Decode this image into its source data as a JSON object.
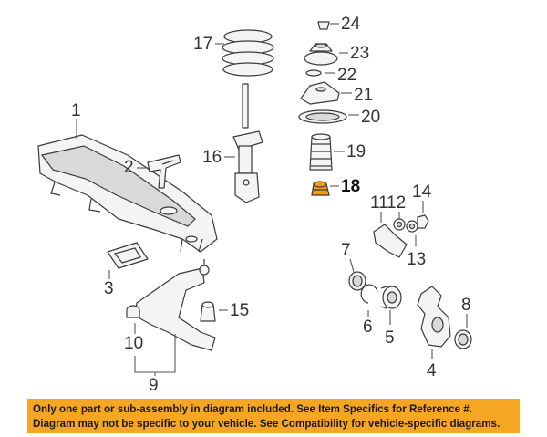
{
  "callouts": {
    "c1": "1",
    "c2": "2",
    "c3": "3",
    "c4": "4",
    "c5": "5",
    "c6": "6",
    "c7": "7",
    "c8": "8",
    "c9": "9",
    "c10": "10",
    "c11": "11",
    "c12": "12",
    "c13": "13",
    "c14": "14",
    "c15": "15",
    "c16": "16",
    "c17": "17",
    "c18": "18",
    "c19": "19",
    "c20": "20",
    "c21": "21",
    "c22": "22",
    "c23": "23",
    "c24": "24"
  },
  "highlighted_part": "18",
  "colors": {
    "notice_bg": "#f5a623",
    "highlight": "#f39c12"
  },
  "notice": {
    "line1": "Only one part or sub-assembly in diagram included. See Item Specifics for Reference #.",
    "line2": "Diagram may not be specific to your vehicle. See Compatibility for vehicle-specific diagrams."
  }
}
